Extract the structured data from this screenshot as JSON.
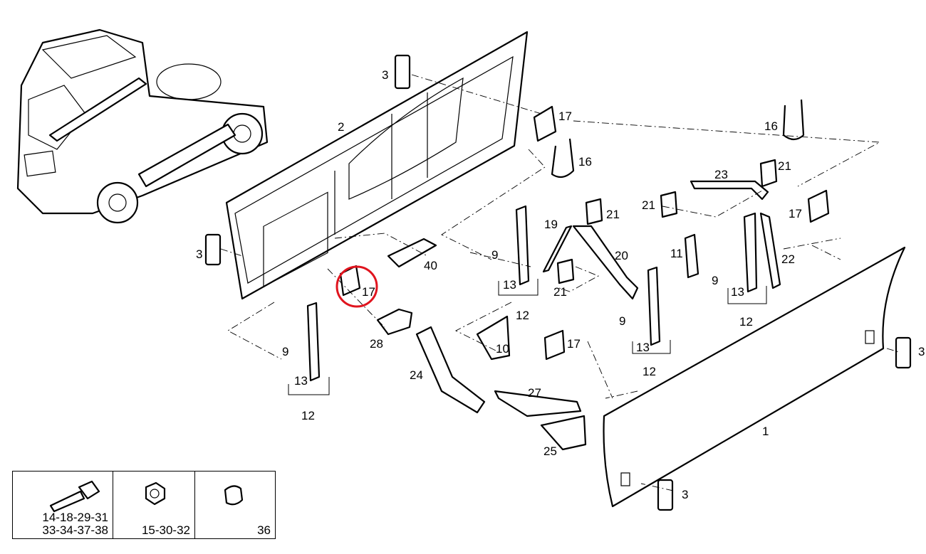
{
  "diagram": {
    "highlight_color": "#e0141e",
    "highlighted_callout": "17",
    "callouts": [
      "3",
      "2",
      "17",
      "16",
      "16",
      "23",
      "21",
      "21",
      "21",
      "19",
      "17",
      "3",
      "40",
      "9",
      "13",
      "17",
      "20",
      "21",
      "11",
      "22",
      "9",
      "13",
      "12",
      "12",
      "9",
      "13",
      "17",
      "10",
      "28",
      "9",
      "13",
      "24",
      "12",
      "12",
      "27",
      "25",
      "1",
      "3",
      "3"
    ]
  },
  "legend": {
    "items": [
      {
        "icon": "bolt-icon",
        "lines": [
          "14-18-29-31",
          "33-34-37-38"
        ]
      },
      {
        "icon": "nut-icon",
        "lines": [
          "15-30-32"
        ]
      },
      {
        "icon": "bushing-icon",
        "lines": [
          "36"
        ]
      }
    ]
  }
}
